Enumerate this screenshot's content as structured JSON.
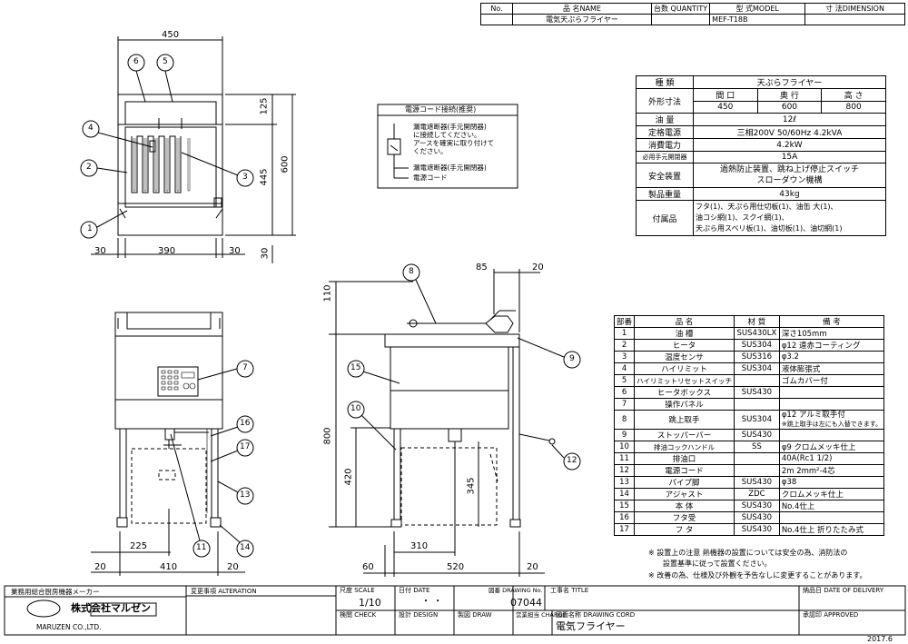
{
  "header": {
    "no_label": "No.",
    "name_label": "品 名NAME",
    "qty_label": "台数 QUANTITY",
    "model_label": "型 式MODEL",
    "dim_label": "寸 法DIMENSION",
    "name_value": "電気天ぷらフライヤー",
    "model_value": "MEF-T18B"
  },
  "specs": {
    "kind_label": "種 類",
    "kind_value": "天ぷらフライヤー",
    "size_label": "外形寸法",
    "sub_w": "間 口",
    "sub_d": "奥 行",
    "sub_h": "高 さ",
    "w": "450",
    "d": "600",
    "h": "800",
    "oil_label": "油 量",
    "oil_value": "12ℓ",
    "power_label": "定格電源",
    "power_value": "三相200V 50/60Hz 4.2kVA",
    "consume_label": "消費電力",
    "consume_value": "4.2kW",
    "breaker_label": "必用手元開閉器",
    "breaker_value": "15A",
    "safety_label": "安全装置",
    "safety_value_1": "過熱防止装置、跳ね上げ停止スイッチ",
    "safety_value_2": "スローダウン機構",
    "weight_label": "製品重量",
    "weight_value": "43kg",
    "acc_label": "付属品",
    "acc_1": "フタ(1)、天ぷら用仕切板(1)、油缶 大(1)、",
    "acc_2": "油コシ網(1)、スクイ網(1)、",
    "acc_3": "天ぷら用スベリ板(1)、油切板(1)、油切網(1)"
  },
  "parts": {
    "headers": [
      "部番",
      "品 名",
      "材 質",
      "備 考"
    ],
    "rows": [
      [
        "1",
        "油 槽",
        "SUS430LX",
        "深さ105mm"
      ],
      [
        "2",
        "ヒータ",
        "SUS304",
        "φ12 遠赤コーティング"
      ],
      [
        "3",
        "温度センサ",
        "SUS316",
        "φ3.2"
      ],
      [
        "4",
        "ハイリミット",
        "SUS304",
        "液体膨張式"
      ],
      [
        "5",
        "ハイリミットリセットスイッチ",
        "",
        "ゴムカバー付"
      ],
      [
        "6",
        "ヒータボックス",
        "SUS430",
        ""
      ],
      [
        "7",
        "操作パネル",
        "",
        ""
      ],
      [
        "8",
        "跳上取手",
        "SUS304",
        "φ12 アルミ取手付"
      ],
      [
        "9",
        "ストッパーバー",
        "SUS430",
        ""
      ],
      [
        "10",
        "排油コックハンドル",
        "SS",
        "φ9 クロムメッキ仕上"
      ],
      [
        "11",
        "排油口",
        "",
        "40A(Rc1 1/2)"
      ],
      [
        "12",
        "電源コード",
        "",
        "2m 2mm²-4芯"
      ],
      [
        "13",
        "パイプ脚",
        "SUS430",
        "φ38"
      ],
      [
        "14",
        "アジャスト",
        "ZDC",
        "クロムメッキ仕上"
      ],
      [
        "15",
        "本 体",
        "SUS430",
        "No.4仕上"
      ],
      [
        "16",
        "フタ受",
        "SUS430",
        ""
      ],
      [
        "17",
        "フ タ",
        "SUS430",
        "No.4仕上 折りたたみ式"
      ]
    ],
    "row8_note": "※跳上取手は左にも入替できます。"
  },
  "cord": {
    "title": "電源コード接続(推奨)",
    "line1": "漏電遮断器(手元開閉器)",
    "line2": "に接続してください。",
    "line3": "アースを確実に取り付けて",
    "line4": "ください。",
    "label_breaker": "漏電遮断器(手元開閉器)",
    "label_cord": "電源コード"
  },
  "notes": {
    "n1": "※ 設置上の注意 熱機器の設置については安全の為、消防法の",
    "n2": "設置基準に従って設置ください。",
    "n3": "※ 改善の為、仕様及び外観を予告なしに変更することがあります。"
  },
  "dims": {
    "top_w": "450",
    "top_390": "390",
    "top_30a": "30",
    "top_30b": "30",
    "top_125": "125",
    "top_445": "445",
    "top_600": "600",
    "top_30c": "30",
    "front_225": "225",
    "front_410": "410",
    "front_20a": "20",
    "front_20b": "20",
    "side_85": "85",
    "side_20": "20",
    "side_110": "110",
    "side_800": "800",
    "side_420": "420",
    "side_345": "345",
    "side_310": "310",
    "side_520": "520",
    "side_60": "60",
    "side_20b": "20"
  },
  "callouts": [
    "1",
    "2",
    "3",
    "4",
    "5",
    "6",
    "7",
    "8",
    "9",
    "10",
    "11",
    "12",
    "13",
    "14",
    "15",
    "16",
    "17"
  ],
  "titleblock": {
    "industry": "業務用総合厨房機器メーカー",
    "company": "株式会社マルゼン",
    "company_en": "MARUZEN CO.,LTD.",
    "change_label": "変更事項 ALTERATION",
    "scale_label": "尺度 SCALE",
    "scale_value": "1/10",
    "date_label": "日付 DATE",
    "date_value": "・ ・",
    "drawing_no_label": "図番 DRAWING No.",
    "drawing_no_value": "07044",
    "project_label": "工事名 TITLE",
    "delivery_label": "納品日 DATE OF DELIVERY",
    "check_label": "検閲 CHECK",
    "design_label": "設計 DESIGN",
    "draw_label": "製図 DRAW",
    "charge_label": "営業担当 CHARGE",
    "cord_label": "図面名称 DRAWING CORD",
    "cord_value": "電気フライヤー",
    "approved_label": "承認印 APPROVED",
    "year": "2017.6"
  }
}
